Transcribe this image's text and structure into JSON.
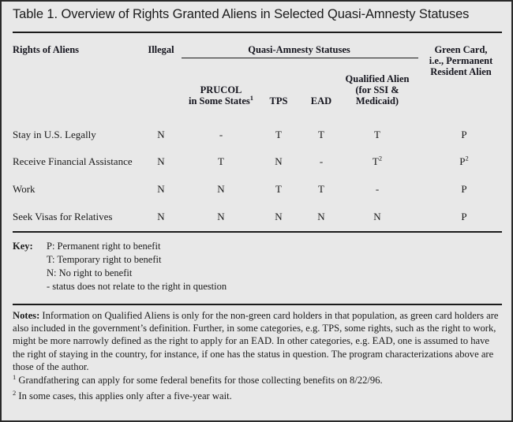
{
  "table": {
    "title": "Table 1. Overview of Rights Granted Aliens in Selected Quasi-Amnesty Statuses",
    "header": {
      "row_label_col": "Rights of Aliens",
      "illegal": "Illegal",
      "group_label": "Quasi-Amnesty Statuses",
      "prucol_line1": "PRUCOL",
      "prucol_line2": "in Some States",
      "prucol_footnote": "1",
      "tps": "TPS",
      "ead": "EAD",
      "qualified_line1": "Qualified Alien",
      "qualified_line2": "(for SSI &",
      "qualified_line3": "Medicaid)",
      "greencard_line1": "Green Card,",
      "greencard_line2": "i.e., Permanent",
      "greencard_line3": "Resident Alien"
    },
    "columns": [
      "Rights of Aliens",
      "Illegal",
      "PRUCOL in Some States",
      "TPS",
      "EAD",
      "Qualified Alien (for SSI & Medicaid)",
      "Green Card, i.e., Permanent Resident Alien"
    ],
    "rows": [
      {
        "label": "Stay in U.S. Legally",
        "cells": [
          {
            "value": "N",
            "sup": ""
          },
          {
            "value": "-",
            "sup": ""
          },
          {
            "value": "T",
            "sup": ""
          },
          {
            "value": "T",
            "sup": ""
          },
          {
            "value": "T",
            "sup": ""
          },
          {
            "value": "P",
            "sup": ""
          }
        ]
      },
      {
        "label": "Receive Financial Assistance",
        "cells": [
          {
            "value": "N",
            "sup": ""
          },
          {
            "value": "T",
            "sup": ""
          },
          {
            "value": "N",
            "sup": ""
          },
          {
            "value": "-",
            "sup": ""
          },
          {
            "value": "T",
            "sup": "2"
          },
          {
            "value": "P",
            "sup": "2"
          }
        ]
      },
      {
        "label": "Work",
        "cells": [
          {
            "value": "N",
            "sup": ""
          },
          {
            "value": "N",
            "sup": ""
          },
          {
            "value": "T",
            "sup": ""
          },
          {
            "value": "T",
            "sup": ""
          },
          {
            "value": "-",
            "sup": ""
          },
          {
            "value": "P",
            "sup": ""
          }
        ]
      },
      {
        "label": "Seek Visas for Relatives",
        "cells": [
          {
            "value": "N",
            "sup": ""
          },
          {
            "value": "N",
            "sup": ""
          },
          {
            "value": "N",
            "sup": ""
          },
          {
            "value": "N",
            "sup": ""
          },
          {
            "value": "N",
            "sup": ""
          },
          {
            "value": "P",
            "sup": ""
          }
        ]
      }
    ],
    "key": {
      "label": "Key:",
      "lines": [
        "P: Permanent right to benefit",
        "T: Temporary right to benefit",
        "N: No right to benefit",
        "- status does not relate to the right in question"
      ]
    },
    "notes": {
      "label": "Notes:",
      "body": " Information on Qualified Aliens is only for the non-green card holders in that population, as green card  holders are also included in the government’s definition. Further, in some categories, e.g. TPS, some rights, such as the right to work, might be more narrowly defined as the right to apply for an EAD. In other categories, e.g. EAD, one is assumed to have the right of staying in the country, for instance, if one has the status in question. The program characterizations above are those of the author.",
      "footnote_1_marker": "1",
      "footnote_1": " Grandfathering can apply for some federal benefits for those collecting benefits on 8/22/96.",
      "footnote_2_marker": "2",
      "footnote_2": " In some cases, this applies only after a five-year wait."
    }
  },
  "colors": {
    "background": "#e8e8e8",
    "border": "#2a2a2a",
    "rule": "#1b1b1b",
    "text": "#1a1a1a",
    "header_text": "#15151e"
  }
}
